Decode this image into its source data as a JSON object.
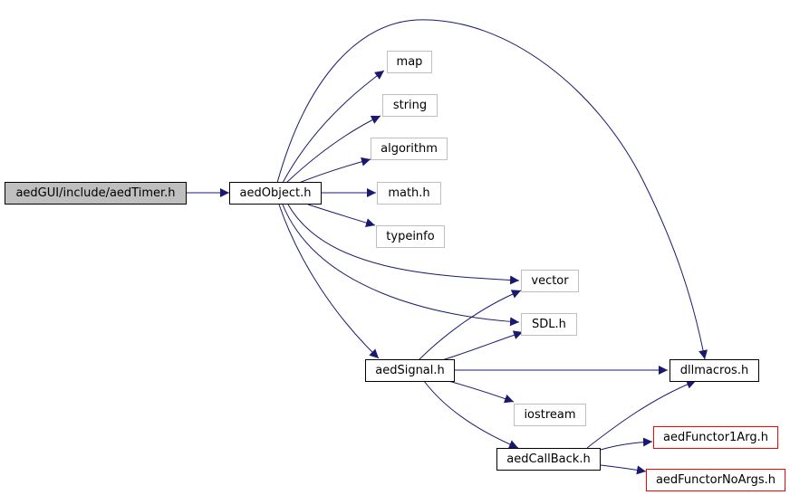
{
  "colors": {
    "edge": "#191970",
    "root_fill": "#bfbfbf",
    "external_border": "#bfbfbf",
    "undocumented_border": "#ff0000"
  },
  "nodes": {
    "root": "aedGUI/include/aedTimer.h",
    "aedObject": "aedObject.h",
    "map": "map",
    "string": "string",
    "algorithm": "algorithm",
    "math": "math.h",
    "typeinfo": "typeinfo",
    "vector": "vector",
    "sdl": "SDL.h",
    "aedSignal": "aedSignal.h",
    "dllmacros": "dllmacros.h",
    "iostream": "iostream",
    "aedCallBack": "aedCallBack.h",
    "aedFunctor1Arg": "aedFunctor1Arg.h",
    "aedFunctorNoArgs": "aedFunctorNoArgs.h"
  },
  "edges": [
    [
      "root",
      "aedObject"
    ],
    [
      "aedObject",
      "map"
    ],
    [
      "aedObject",
      "string"
    ],
    [
      "aedObject",
      "algorithm"
    ],
    [
      "aedObject",
      "math"
    ],
    [
      "aedObject",
      "typeinfo"
    ],
    [
      "aedObject",
      "vector"
    ],
    [
      "aedObject",
      "sdl"
    ],
    [
      "aedObject",
      "aedSignal"
    ],
    [
      "aedObject",
      "dllmacros"
    ],
    [
      "aedSignal",
      "vector"
    ],
    [
      "aedSignal",
      "sdl"
    ],
    [
      "aedSignal",
      "dllmacros"
    ],
    [
      "aedSignal",
      "iostream"
    ],
    [
      "aedSignal",
      "aedCallBack"
    ],
    [
      "aedCallBack",
      "dllmacros"
    ],
    [
      "aedCallBack",
      "aedFunctor1Arg"
    ],
    [
      "aedCallBack",
      "aedFunctorNoArgs"
    ]
  ]
}
